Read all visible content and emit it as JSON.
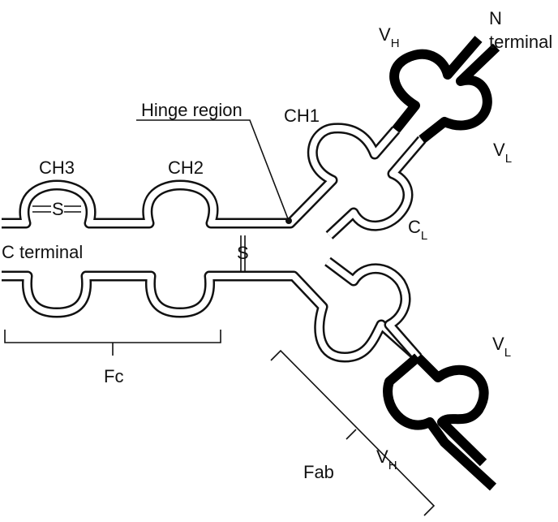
{
  "labels": {
    "n_terminal_line1": "N",
    "n_terminal_line2": "terminal",
    "c_terminal": "C terminal",
    "hinge_region": "Hinge region",
    "ch1": "CH1",
    "ch2": "CH2",
    "ch3": "CH3",
    "v_main": "V",
    "c_main": "C",
    "h_sub": "H",
    "l_sub": "L",
    "disulfide": "S",
    "fc": "Fc",
    "fab": "Fab"
  },
  "colors": {
    "outline": "#111111",
    "variable_region": "#000000",
    "background": "#ffffff"
  }
}
